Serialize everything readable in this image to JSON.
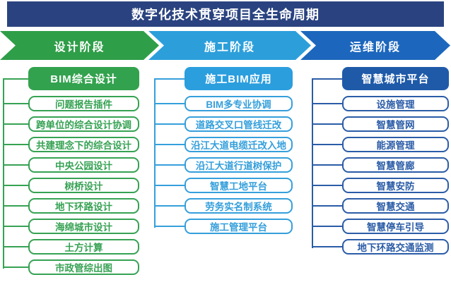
{
  "title": "数字化技术贯穿项目全生命周期",
  "title_bar_color": "#2A4380",
  "phases": [
    {
      "label": "设计阶段",
      "color": "#2F9E48"
    },
    {
      "label": "施工阶段",
      "color": "#2C9FDB"
    },
    {
      "label": "运维阶段",
      "color": "#1C67BD"
    }
  ],
  "columns": [
    {
      "header": "BIM综合设计",
      "header_fill": "#33A24E",
      "accent": "#36A253",
      "items": [
        "问题报告插件",
        "跨单位的综合设计协调",
        "共建理念下的综合设计",
        "中央公园设计",
        "树桥设计",
        "地下环路设计",
        "海绵城市设计",
        "土方计算",
        "市政管综出图"
      ]
    },
    {
      "header": "施工BIM应用",
      "header_fill": "#2B9EDE",
      "accent": "#359FDB",
      "items": [
        "BIM多专业协调",
        "道路交叉口管线迁改",
        "沿江大道电缆迁改入地",
        "沿江大道行道树保护",
        "智慧工地平台",
        "劳务实名制系统",
        "施工管理平台"
      ]
    },
    {
      "header": "智慧城市平台",
      "header_fill": "#1F5AA9",
      "accent": "#2B5CA7",
      "items": [
        "设施管理",
        "智慧管网",
        "能源管理",
        "智慧管廊",
        "智慧安防",
        "智慧交通",
        "智慧停车引导",
        "地下环路交通监测"
      ]
    }
  ]
}
